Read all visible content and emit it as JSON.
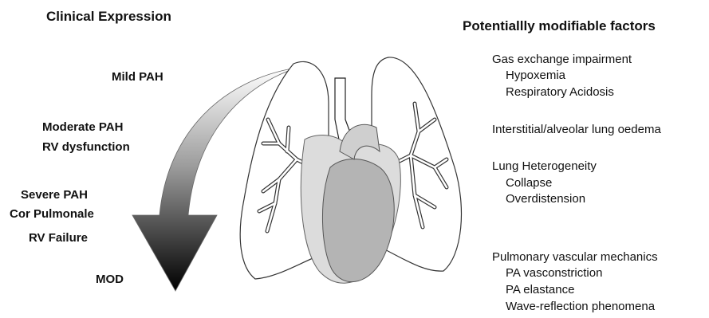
{
  "left": {
    "heading": "Clinical Expression",
    "stages": [
      "Mild PAH",
      "Moderate PAH",
      "RV dysfunction",
      "Severe PAH",
      "Cor Pulmonale",
      "RV Failure",
      "MOD"
    ]
  },
  "right": {
    "heading": "Potentiallly modifiable factors",
    "groups": [
      {
        "title": "Gas exchange impairment",
        "items": [
          "Hypoxemia",
          "Respiratory Acidosis"
        ]
      },
      {
        "title": "Interstitial/alveolar lung oedema",
        "items": []
      },
      {
        "title": "Lung Heterogeneity",
        "items": [
          "Collapse",
          "Overdistension"
        ]
      },
      {
        "title": "Pulmonary vascular mechanics",
        "items": [
          "PA vasconstriction",
          "PA elastance",
          "Wave-reflection phenomena"
        ]
      }
    ]
  }
}
